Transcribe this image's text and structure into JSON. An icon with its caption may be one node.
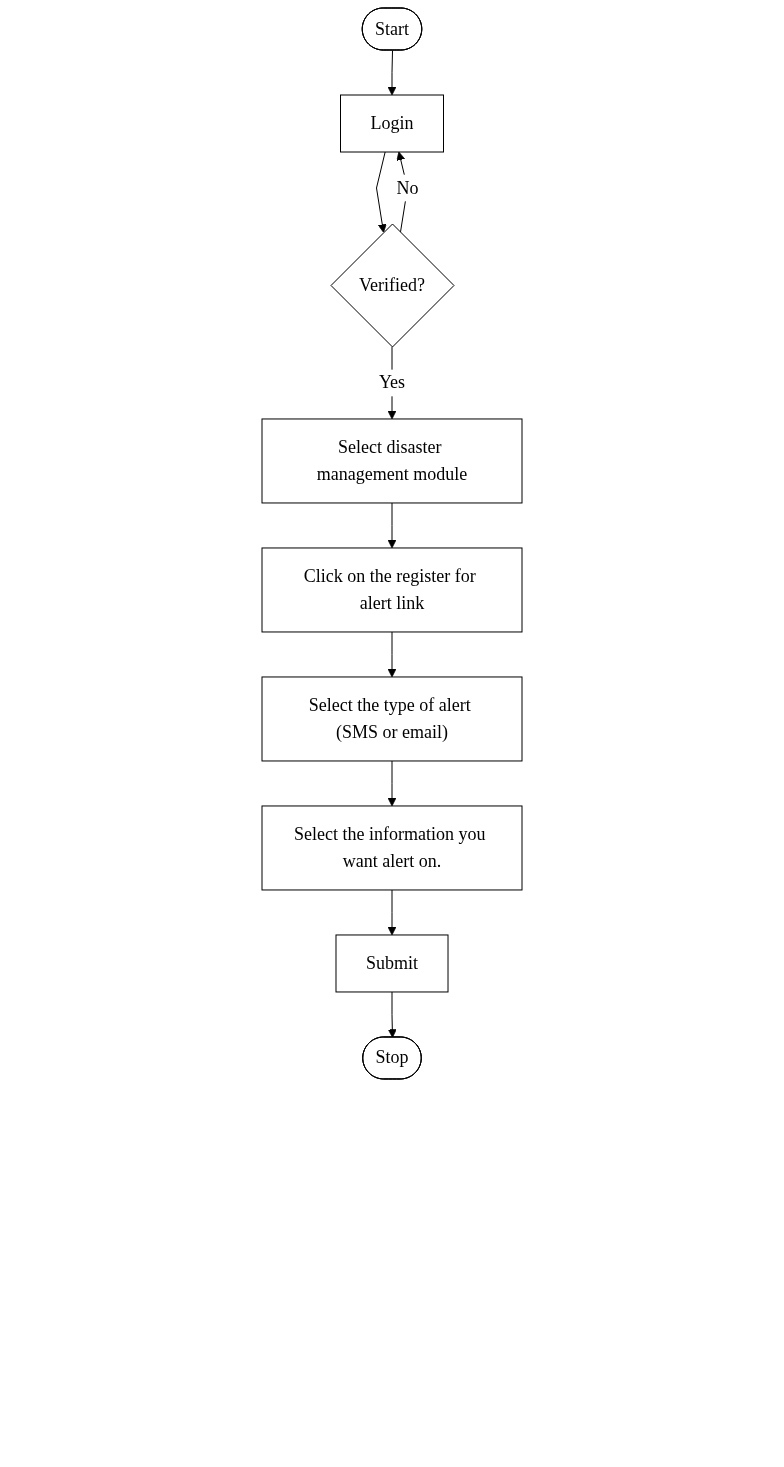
{
  "diagram": {
    "nodes": [
      {
        "text": [
          "Start"
        ]
      },
      {
        "text": [
          "Login"
        ]
      },
      {
        "text": [
          "Verified?"
        ]
      },
      {
        "text": [
          "Select disaster management module"
        ]
      },
      {
        "text": [
          "Click on the register for alert link"
        ]
      },
      {
        "text": [
          "Select the type of alert (SMS or email)"
        ]
      },
      {
        "text": [
          "Select the information you want alert on."
        ]
      },
      {
        "text": [
          "Submit"
        ]
      },
      {
        "text": [
          "Stop"
        ]
      }
    ],
    "edges": [
      {
        "from": 0,
        "to": 1,
        "arrow": "to"
      },
      {
        "from": 1,
        "to": 2,
        "arrow": "to"
      },
      {
        "from": 2,
        "to": 1,
        "label": "No",
        "arrow": "to"
      },
      {
        "from": 2,
        "to": 3,
        "label": "Yes",
        "arrow": "to"
      },
      {
        "from": 3,
        "to": 4,
        "arrow": "to"
      },
      {
        "from": 4,
        "to": 5,
        "arrow": "to"
      },
      {
        "from": 5,
        "to": 6,
        "arrow": "to"
      },
      {
        "from": 6,
        "to": 7,
        "arrow": "to"
      },
      {
        "from": 7,
        "to": 8,
        "arrow": "to"
      }
    ]
  }
}
